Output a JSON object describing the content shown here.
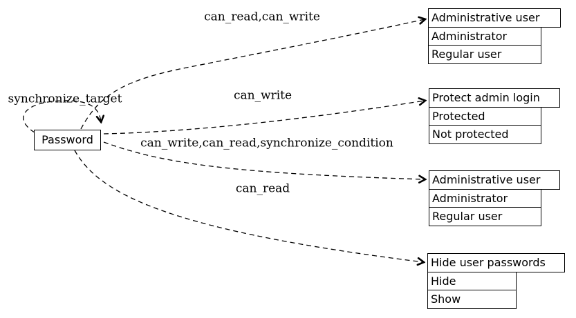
{
  "node": {
    "label": "Password"
  },
  "self_loop": {
    "label": "synchronize_target"
  },
  "edges": [
    {
      "from": "Password",
      "to": "Administrative user",
      "label": "can_read,can_write"
    },
    {
      "from": "Password",
      "to": "Protect admin login",
      "label": "can_write"
    },
    {
      "from": "Password",
      "to": "Administrative user",
      "label": "can_write,can_read,synchronize_condition"
    },
    {
      "from": "Password",
      "to": "Hide user passwords",
      "label": "can_read"
    }
  ],
  "tables": [
    {
      "header": "Administrative user",
      "rows": [
        "Administrator",
        "Regular user"
      ]
    },
    {
      "header": "Protect admin login",
      "rows": [
        "Protected",
        "Not protected"
      ]
    },
    {
      "header": "Administrative user",
      "rows": [
        "Administrator",
        "Regular user"
      ]
    },
    {
      "header": "Hide user passwords",
      "rows": [
        "Hide",
        "Show"
      ]
    }
  ],
  "colors": {
    "line": "#000000",
    "text": "#000000",
    "background": "#ffffff"
  }
}
